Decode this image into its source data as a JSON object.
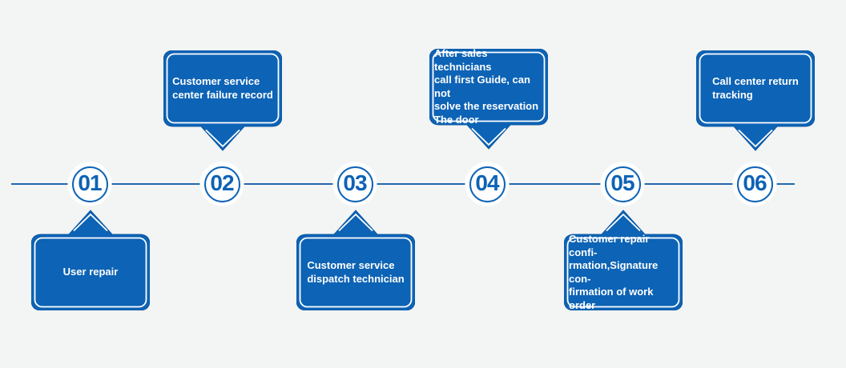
{
  "palette": {
    "background": "#f3f4f4",
    "bubble_fill": "#0d63b5",
    "bubble_edge": "#0a57a0",
    "bubble_inner_outline": "#ffffff",
    "timeline_line": "#2268ae",
    "number_blue": "#0d63b5"
  },
  "timeline": {
    "steps": [
      {
        "number": "01",
        "bubble_position": "below",
        "label": "User repair"
      },
      {
        "number": "02",
        "bubble_position": "above",
        "label": "Customer service\ncenter failure record"
      },
      {
        "number": "03",
        "bubble_position": "below",
        "label": "Customer service\ndispatch technician"
      },
      {
        "number": "04",
        "bubble_position": "above",
        "label": "After sales technicians\ncall first Guide, can not\nsolve the reservation\nThe door"
      },
      {
        "number": "05",
        "bubble_position": "below",
        "label": "Customer repair confi-\nrmation,Signature con-\nfirmation of work order"
      },
      {
        "number": "06",
        "bubble_position": "above",
        "label": "Call center return\ntracking"
      }
    ]
  }
}
